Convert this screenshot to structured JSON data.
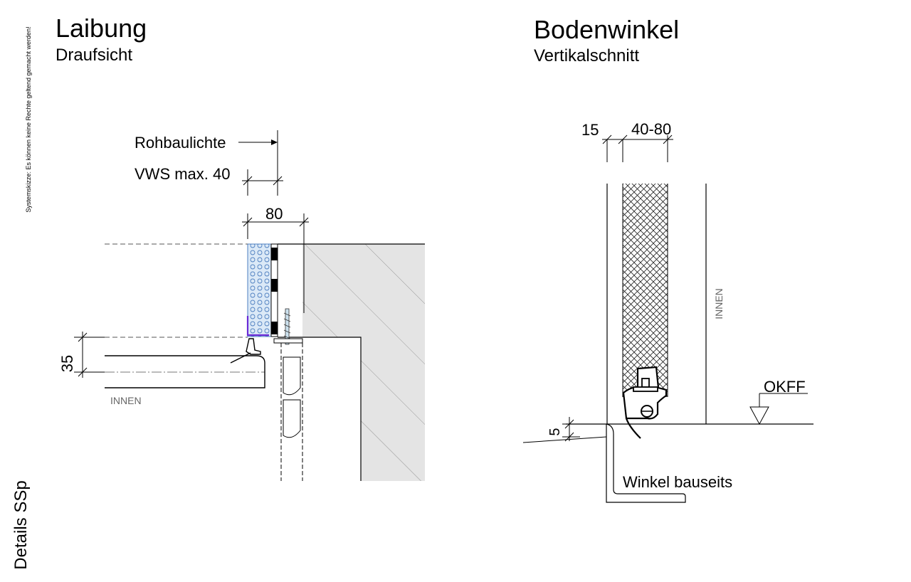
{
  "sidebar": {
    "disclaimer": "Systemskizze: Es können keine Rechte geltend gemacht werden!",
    "label": "Details SSp"
  },
  "left_detail": {
    "title": "Laibung",
    "subtitle": "Draufsicht",
    "labels": {
      "rohbaulichte": "Rohbaulichte",
      "vws": "VWS max. 40",
      "dim_80": "80",
      "dim_35": "35",
      "innen": "INNEN"
    }
  },
  "right_detail": {
    "title": "Bodenwinkel",
    "subtitle": "Vertikalschnitt",
    "labels": {
      "dim_15": "15",
      "dim_40_80": "40-80",
      "innen": "INNEN",
      "okff": "OKFF",
      "dim_5": "5",
      "winkel": "Winkel bauseits"
    }
  }
}
